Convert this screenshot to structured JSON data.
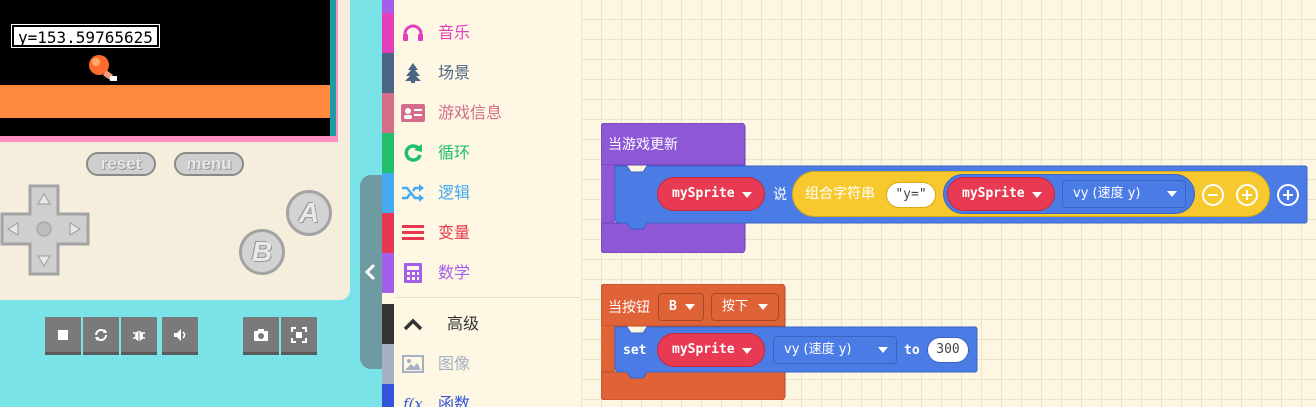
{
  "simulator": {
    "readout": "y=153.59765625",
    "reset_label": "reset",
    "menu_label": "menu",
    "button_a": "A",
    "button_b": "B",
    "toolbar_icons": [
      "stop-icon",
      "restart-icon",
      "debug-icon",
      "mute-icon",
      "screenshot-icon",
      "fullscreen-icon"
    ]
  },
  "toolbox": {
    "categories": [
      {
        "label": "音乐",
        "icon": "headphones-icon",
        "color": "#e33fbd"
      },
      {
        "label": "场景",
        "icon": "tree-icon",
        "color": "#4b6584"
      },
      {
        "label": "游戏信息",
        "icon": "id-card-icon",
        "color": "#d36d8a"
      },
      {
        "label": "循环",
        "icon": "loop-icon",
        "color": "#20bf6b"
      },
      {
        "label": "逻辑",
        "icon": "shuffle-icon",
        "color": "#45aaf2"
      },
      {
        "label": "变量",
        "icon": "list-icon",
        "color": "#e8384f"
      },
      {
        "label": "数学",
        "icon": "calculator-icon",
        "color": "#a55eea"
      },
      {
        "label": "高级",
        "icon": "chevron-up-icon",
        "color": "#333333"
      },
      {
        "label": "图像",
        "icon": "image-icon",
        "color": "#a5b1c2"
      },
      {
        "label": "函数",
        "icon": "function-icon",
        "color": "#3455db"
      }
    ]
  },
  "workspace": {
    "update_block": {
      "hat_label": "当游戏更新",
      "sprite_name": "mySprite",
      "say_label": "说",
      "join_label": "组合字符串",
      "string_value": "\"y=\"",
      "inner_sprite": "mySprite",
      "property": "vy (速度 y)"
    },
    "button_block": {
      "hat_label": "当按钮",
      "button_value": "B",
      "event_value": "按下",
      "set_label": "set",
      "sprite_name": "mySprite",
      "property": "vy (速度 y)",
      "to_label": "to",
      "number_value": "300"
    }
  },
  "colors": {
    "events_purple": "#8e57d6",
    "sprites_blue": "#4b7be5",
    "text_yellow": "#f7c92e",
    "controller_orange": "#e06237",
    "variable_red": "#e83a52"
  }
}
